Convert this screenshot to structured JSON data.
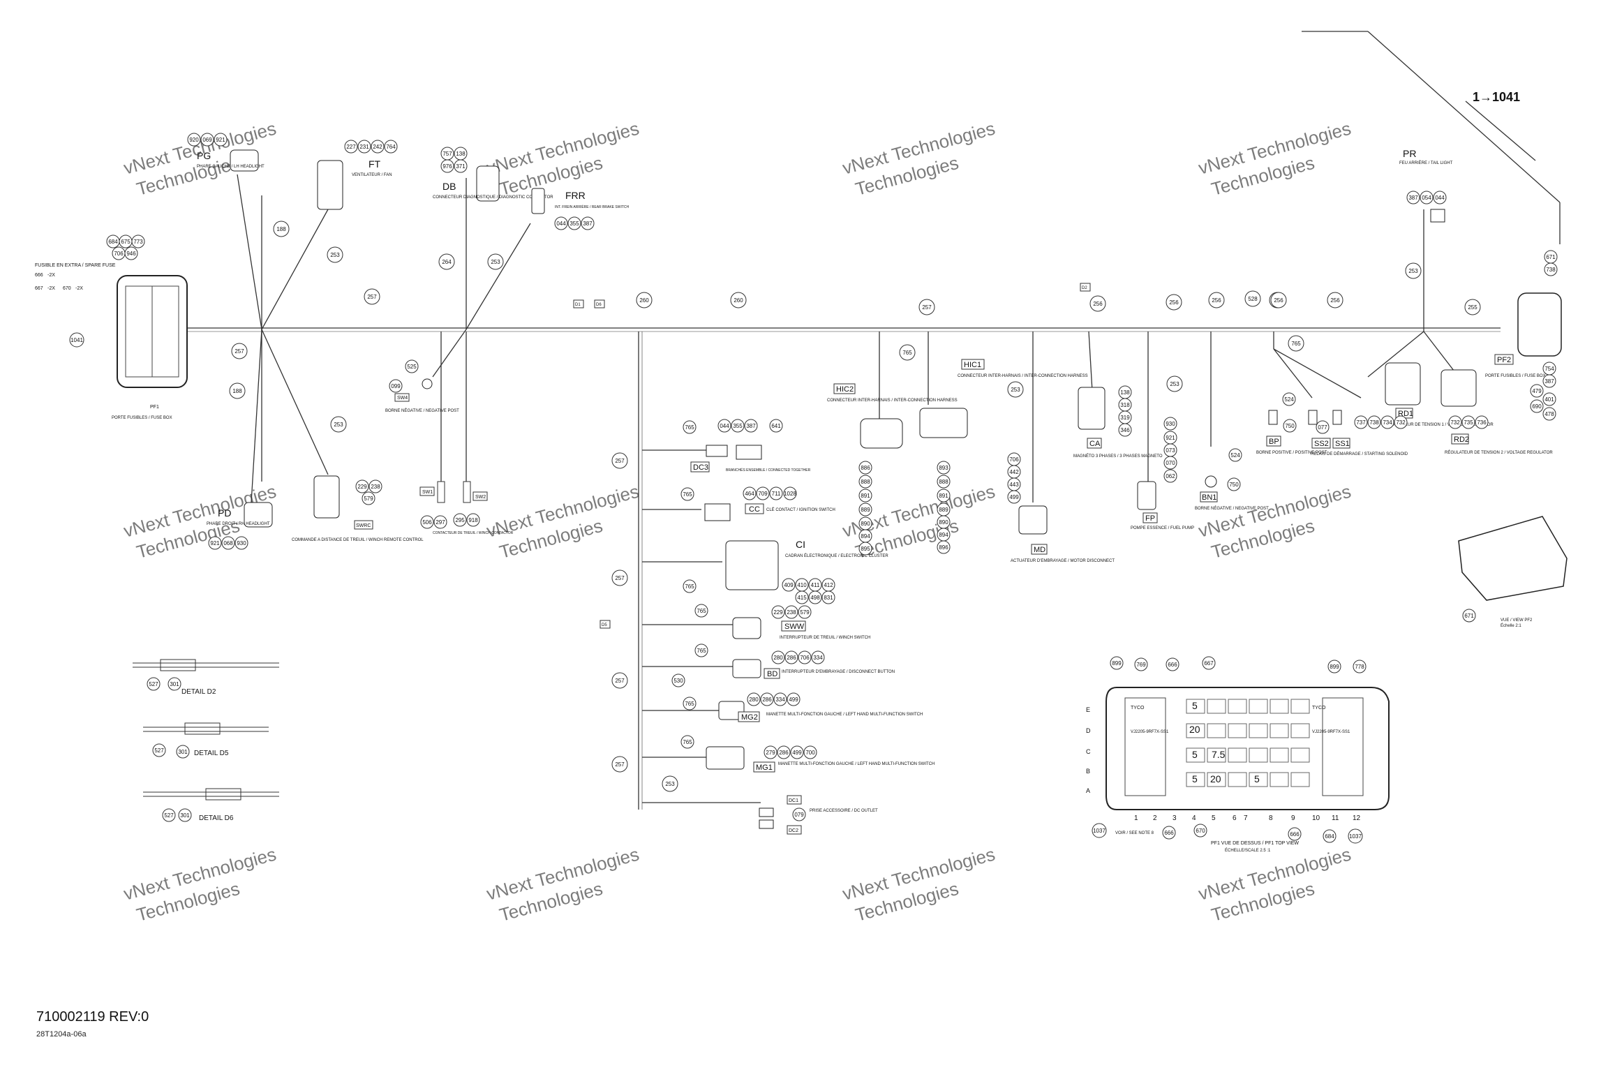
{
  "document": {
    "id": "710002119 REV:0",
    "sub_id": "28T1204a-06a"
  },
  "watermark": {
    "line1": "vNext Technologies",
    "line2": "Technologies"
  },
  "callout": {
    "text": "1→1041"
  },
  "wires": [
    "188",
    "253",
    "257",
    "264",
    "253",
    "260",
    "260",
    "257",
    "257",
    "256",
    "256",
    "256",
    "256",
    "256",
    "528",
    "256",
    "255",
    "253",
    "765",
    "765",
    "253",
    "253",
    "188",
    "253",
    "257",
    "257",
    "257",
    "257",
    "253"
  ],
  "connectors": {
    "PG": {
      "code": "PG",
      "desc": "PHARE GAUCHE / LH HEADLIGHT",
      "parts": [
        "920",
        "069",
        "921"
      ]
    },
    "FT": {
      "code": "FT",
      "desc": "VENTILATEUR / FAN",
      "parts": [
        "227",
        "231",
        "242",
        "764"
      ]
    },
    "DB": {
      "code": "DB",
      "desc": "CONNECTEUR DIAGNOSTIQUE / DIAGNOSTIC CONNECTOR",
      "parts": [
        "757",
        "138",
        "976",
        "371"
      ]
    },
    "FRR": {
      "code": "FRR",
      "desc": "INT. FREIN ARRIÈRE / REAR BRAKE SWITCH",
      "parts": [
        "044",
        "355",
        "387"
      ]
    },
    "PR": {
      "code": "PR",
      "desc": "FEU ARRIÈRE / TAIL LIGHT",
      "parts": [
        "387",
        "054",
        "044"
      ]
    },
    "PF1": {
      "code": "PF1",
      "desc": "PORTE FUSIBLES / FUSE BOX",
      "parts": [
        "684",
        "675",
        "773",
        "706",
        "946",
        "666",
        "667",
        "670",
        "1041"
      ],
      "notes": [
        "FUSIBLE EN EXTRA / SPARE FUSE",
        "-2X",
        "-2X",
        "-2X"
      ]
    },
    "PF2": {
      "code": "PF2",
      "desc": "PORTE FUSIBLES / FUSE BOX",
      "parts": [
        "671",
        "738",
        "754",
        "387",
        "479",
        "401",
        "690",
        "478"
      ]
    },
    "SW4": {
      "code": "SW4",
      "desc": "BORNE NÉGATIVE / NEGATIVE POST",
      "parts": [
        "525",
        "099"
      ]
    },
    "PD": {
      "code": "PD",
      "desc": "PHARE DROIT / RH HEADLIGHT",
      "parts": [
        "921",
        "068",
        "930"
      ]
    },
    "SWRC": {
      "code": "SWRC",
      "desc": "COMMANDE A DISTANCE DE TREUIL / WINCH REMOTE CONTROL",
      "parts": [
        "229",
        "238",
        "579"
      ]
    },
    "SW1": {
      "code": "SW1",
      "desc": "CONTACTEUR DE TREUIL / WINCH CONTACTOR",
      "parts": [
        "506",
        "297",
        "295",
        "918"
      ]
    },
    "SW2": {
      "code": "SW2"
    },
    "DC3": {
      "code": "DC3",
      "desc": "BRANCHÉS ENSEMBLE / CONNECTED TOGETHER",
      "parts": [
        "044",
        "355",
        "387",
        "641",
        "765"
      ]
    },
    "CC": {
      "code": "CC",
      "desc": "CLÉ CONTACT / IGNITION SWITCH",
      "parts": [
        "464",
        "709",
        "711",
        "1028",
        "765"
      ]
    },
    "CI": {
      "code": "CI",
      "desc": "CADRAN ÉLECTRONIQUE / ELECTRONIC CLUSTER",
      "parts": [
        "409",
        "410",
        "411",
        "412",
        "415",
        "498",
        "831",
        "765"
      ]
    },
    "SWW": {
      "code": "SWW",
      "desc": "INTERRUPTEUR DE TREUIL / WINCH SWITCH",
      "parts": [
        "229",
        "238",
        "579",
        "765"
      ]
    },
    "BD": {
      "code": "BD",
      "desc": "INTERRUPTEUR D'EMBRAYAGE / DISCONNECT BUTTON",
      "parts": [
        "280",
        "286",
        "706",
        "334",
        "530",
        "765"
      ]
    },
    "MG2": {
      "code": "MG2",
      "desc": "MANETTE MULTI-FONCTION GAUCHE / LEFT HAND MULTI-FUNCTION SWITCH",
      "parts": [
        "280",
        "286",
        "334",
        "499",
        "765"
      ]
    },
    "MG1": {
      "code": "MG1",
      "desc": "MANETTE MULTI-FONCTION GAUCHE / LEFT HAND MULTI-FUNCTION SWITCH",
      "parts": [
        "279",
        "286",
        "499",
        "700",
        "765"
      ]
    },
    "DC1": {
      "code": "DC1",
      "desc": "PRISE ACCESSOIRE / DC OUTLET",
      "parts": [
        "079"
      ]
    },
    "DC2": {
      "code": "DC2"
    },
    "HIC2": {
      "code": "HIC2",
      "desc": "CONNECTEUR INTER-HARNAIS / INTER-CONNECTION HARNESS",
      "parts": [
        "886",
        "888",
        "891",
        "889",
        "890",
        "894",
        "895"
      ]
    },
    "HIC1": {
      "code": "HIC1",
      "desc": "CONNECTEUR INTER-HARNAIS / INTER-CONNECTION HARNESS",
      "parts": [
        "893",
        "888",
        "891",
        "889",
        "890",
        "894",
        "896"
      ]
    },
    "MD": {
      "code": "MD",
      "desc": "ACTUATEUR D'EMBRAYAGE / MOTOR DISCONNECT",
      "parts": [
        "706",
        "442",
        "443",
        "499"
      ]
    },
    "CA": {
      "code": "CA",
      "desc": "MAGNÉTO 3 PHASES / 3 PHASES MAGNETO",
      "parts": [
        "138",
        "318",
        "319",
        "346"
      ]
    },
    "FP": {
      "code": "FP",
      "desc": "POMPE ESSENCE / FUEL PUMP",
      "parts": [
        "930",
        "921",
        "073",
        "070",
        "062"
      ]
    },
    "BN1": {
      "code": "BN1",
      "desc": "BORNE NÉGATIVE / NEGATIVE POST",
      "parts": [
        "524",
        "750"
      ]
    },
    "BP": {
      "code": "BP",
      "desc": "BORNE POSITIVE / POSITIVE POST",
      "parts": [
        "524",
        "750"
      ]
    },
    "SS2": {
      "code": "SS2",
      "desc": "RELAIS DE DÉMARRAGE / STARTING SOLENOID",
      "parts": [
        "077"
      ]
    },
    "SS1": {
      "code": "SS1"
    },
    "RD1": {
      "code": "RD1",
      "desc": "RÉGULATEUR DE TENSION 1 / VOLTAGE REGULATOR",
      "parts": [
        "737",
        "738",
        "734",
        "732"
      ]
    },
    "RD2": {
      "code": "RD2",
      "desc": "RÉGULATEUR DE TENSION 2 / VOLTAGE REGULATOR",
      "parts": [
        "732",
        "735",
        "736"
      ]
    }
  },
  "details": [
    {
      "label": "DETAIL D2",
      "parts": [
        "527",
        "301"
      ]
    },
    {
      "label": "DETAIL D5",
      "parts": [
        "527",
        "301"
      ]
    },
    {
      "label": "DETAIL D6",
      "parts": [
        "527",
        "301"
      ]
    }
  ],
  "splice_labels": [
    "D1",
    "D6",
    "D2",
    "D5"
  ],
  "fusebox_view": {
    "title": "PF1 VUE DE DESSUS / PF1 TOP VIEW",
    "scale": "ÉCHELLE/SCALE 2.5 :1",
    "rows": [
      "E",
      "D",
      "C",
      "B",
      "A"
    ],
    "cols": [
      "1",
      "2",
      "3",
      "4",
      "5",
      "6",
      "7",
      "8",
      "9",
      "10",
      "11",
      "12"
    ],
    "top_parts": [
      "899",
      "769",
      "666",
      "667",
      "899",
      "778"
    ],
    "bottom_parts": [
      "1037",
      "666",
      "670",
      "666",
      "684",
      "1037"
    ],
    "fuse_values": [
      "5",
      "20",
      "5",
      "7.5",
      "5",
      "20",
      "5"
    ],
    "labels": [
      "TYCO",
      "TYCO",
      "VJ2205-9RF7X-SS1",
      "VJ2205-9RF7X-SS1"
    ],
    "note": "VOIR / SEE NOTE 8"
  },
  "pf2_view": {
    "title": "VUE / VIEW PF2",
    "scale": "Échelle 2:1",
    "part": "671"
  }
}
